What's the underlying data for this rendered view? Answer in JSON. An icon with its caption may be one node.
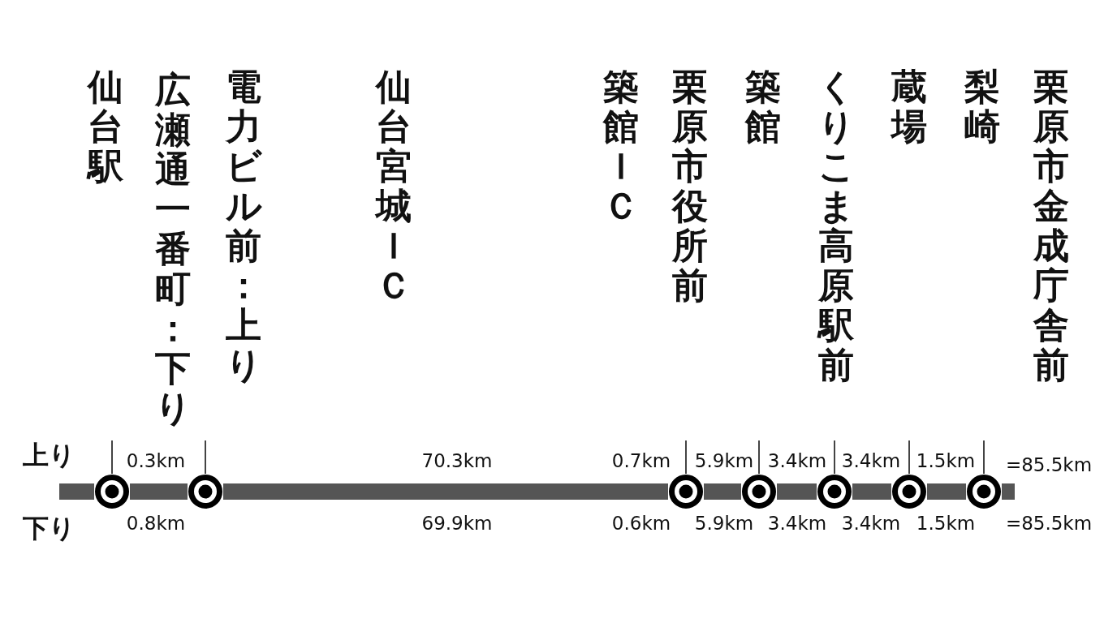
{
  "diagram": {
    "nodes": [
      {
        "text": [],
        "shape": "circle"
      },
      {
        "text": [],
        "shape": "circle"
      },
      {
        "text": [],
        "shape": "circle"
      },
      {
        "text": [],
        "shape": "circle"
      },
      {
        "text": [],
        "shape": "circle"
      },
      {
        "text": [],
        "shape": "circle"
      },
      {
        "text": [],
        "shape": "circle"
      }
    ],
    "edges": [
      {
        "from": 0,
        "to": 1,
        "arrow": "none"
      },
      {
        "from": 1,
        "to": 2,
        "arrow": "none"
      },
      {
        "from": 2,
        "to": 3,
        "arrow": "none"
      },
      {
        "from": 3,
        "to": 4,
        "arrow": "none"
      },
      {
        "from": 4,
        "to": 5,
        "arrow": "none"
      },
      {
        "from": 5,
        "to": 6,
        "arrow": "none"
      }
    ],
    "labels": [
      "仙台駅",
      "広瀬通一番町：下り",
      "電力ビル前：上り",
      "仙台宮城ＩＣ",
      "築館ＩＣ",
      "栗原市役所前",
      "築館",
      "くりこま高原駅前",
      "蔵場",
      "梨崎",
      "栗原市金成庁舎前",
      "上り",
      "0.3km",
      "70.3km",
      "0.7km",
      "5.9km",
      "3.4km",
      "3.4km",
      "1.5km",
      "=85.5km",
      "下り",
      "0.8km",
      "69.9km",
      "0.6km",
      "5.9km",
      "3.4km",
      "3.4km",
      "1.5km",
      "=85.5km"
    ]
  }
}
